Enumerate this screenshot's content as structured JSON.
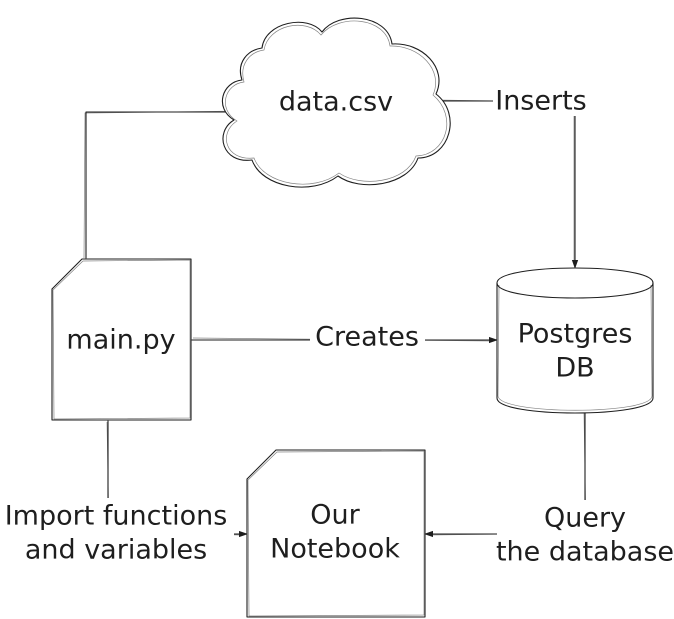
{
  "diagram": {
    "nodes": {
      "data_csv": {
        "label": "data.csv",
        "shape": "cloud"
      },
      "main_py": {
        "label": "main.py",
        "shape": "document"
      },
      "postgres": {
        "label_line1": "Postgres",
        "label_line2": "DB",
        "shape": "cylinder"
      },
      "notebook": {
        "label_line1": "Our",
        "label_line2": "Notebook",
        "shape": "document"
      }
    },
    "edges": {
      "inserts": {
        "from": "data.csv",
        "to": "Postgres DB",
        "label": "Inserts"
      },
      "creates": {
        "from": "main.py",
        "to": "Postgres DB",
        "label": "Creates"
      },
      "import": {
        "from": "main.py",
        "to": "Our Notebook",
        "label_line1": "Import functions",
        "label_line2": "and variables"
      },
      "query": {
        "from": "Postgres DB",
        "to": "Our Notebook",
        "label_line1": "Query",
        "label_line2": "the database"
      },
      "main_to_csv": {
        "from": "main.py",
        "to": "data.csv"
      }
    },
    "colors": {
      "stroke": "#1e1e1e",
      "background": "#ffffff"
    }
  }
}
